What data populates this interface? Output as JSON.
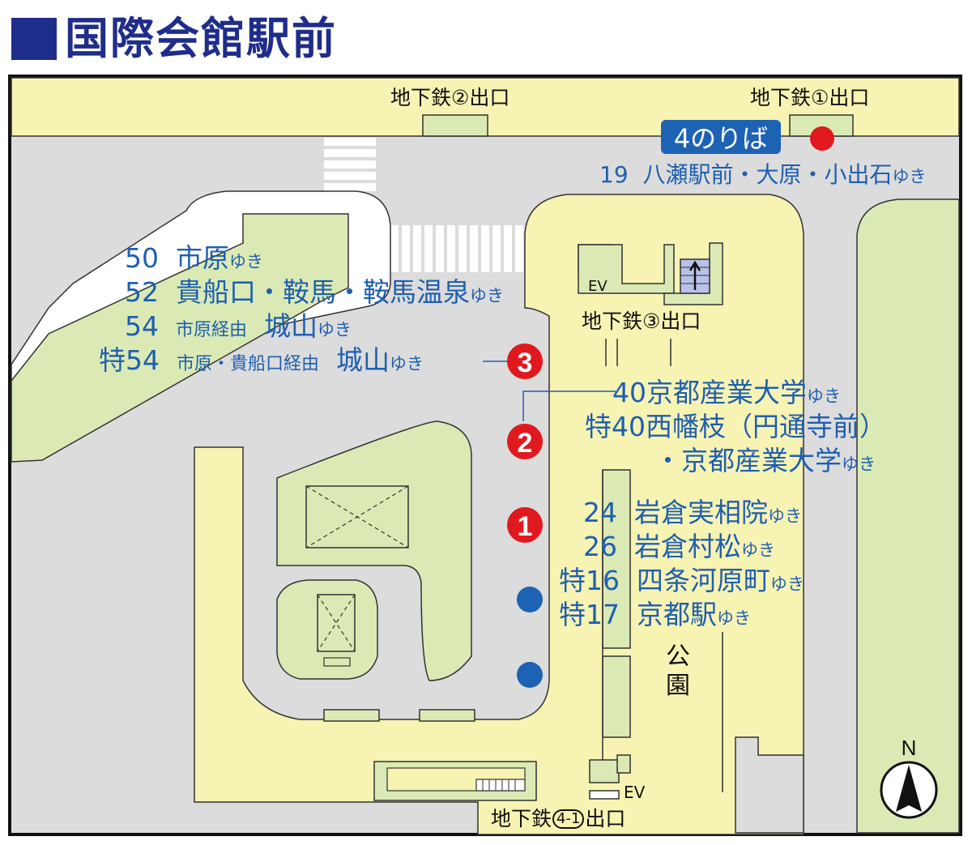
{
  "title": "国際会館駅前",
  "exits": {
    "exit2": "地下鉄②出口",
    "exit1": "地下鉄①出口",
    "exit3": "地下鉄③出口",
    "exit41_a": "地下鉄",
    "exit41_b": "4-1",
    "exit41_c": "出口",
    "ev_top": "EV",
    "ev_bottom": "EV"
  },
  "platform4": {
    "badge": "4のりば",
    "route": "19",
    "dest": "八瀬駅前・大原・小出石",
    "yuki": "ゆき"
  },
  "stop3_routes": [
    {
      "num": "50",
      "main": "市原",
      "yuki": "ゆき"
    },
    {
      "num": "52",
      "main": "貴船口・鞍馬・鞍馬温泉",
      "yuki": "ゆき"
    },
    {
      "num": "54",
      "via": "市原経由",
      "main": "城山",
      "yuki": "ゆき"
    },
    {
      "num": "特54",
      "via": "市原・貴船口経由",
      "main": "城山",
      "yuki": "ゆき"
    }
  ],
  "stop2_routes": [
    {
      "num": "40",
      "main": "京都産業大学",
      "yuki": "ゆき"
    },
    {
      "num": "特40",
      "main": "西幡枝（円通寺前）",
      "yuki": ""
    },
    {
      "num": "",
      "main": "・京都産業大学",
      "yuki": "ゆき"
    }
  ],
  "stop1_routes": [
    {
      "num": "24",
      "main": "岩倉実相院",
      "yuki": "ゆき"
    },
    {
      "num": "26",
      "main": "岩倉村松",
      "yuki": "ゆき"
    },
    {
      "num": "特16",
      "main": "四条河原町",
      "yuki": "ゆき"
    },
    {
      "num": "特17",
      "main": "京都駅",
      "yuki": "ゆき"
    }
  ],
  "stop_markers": [
    "3",
    "2",
    "1"
  ],
  "park": {
    "line1": "公",
    "line2": "園"
  },
  "compass": "N",
  "colors": {
    "title": "#1f2d8a",
    "route_text": "#1f5fb0",
    "badge": "#1e62b4",
    "stop_red": "#e0191e",
    "stop_blue": "#1e62b4",
    "sidewalk": "#f7f3b3",
    "green": "#dbeab4",
    "road": "#dcdcdc"
  }
}
